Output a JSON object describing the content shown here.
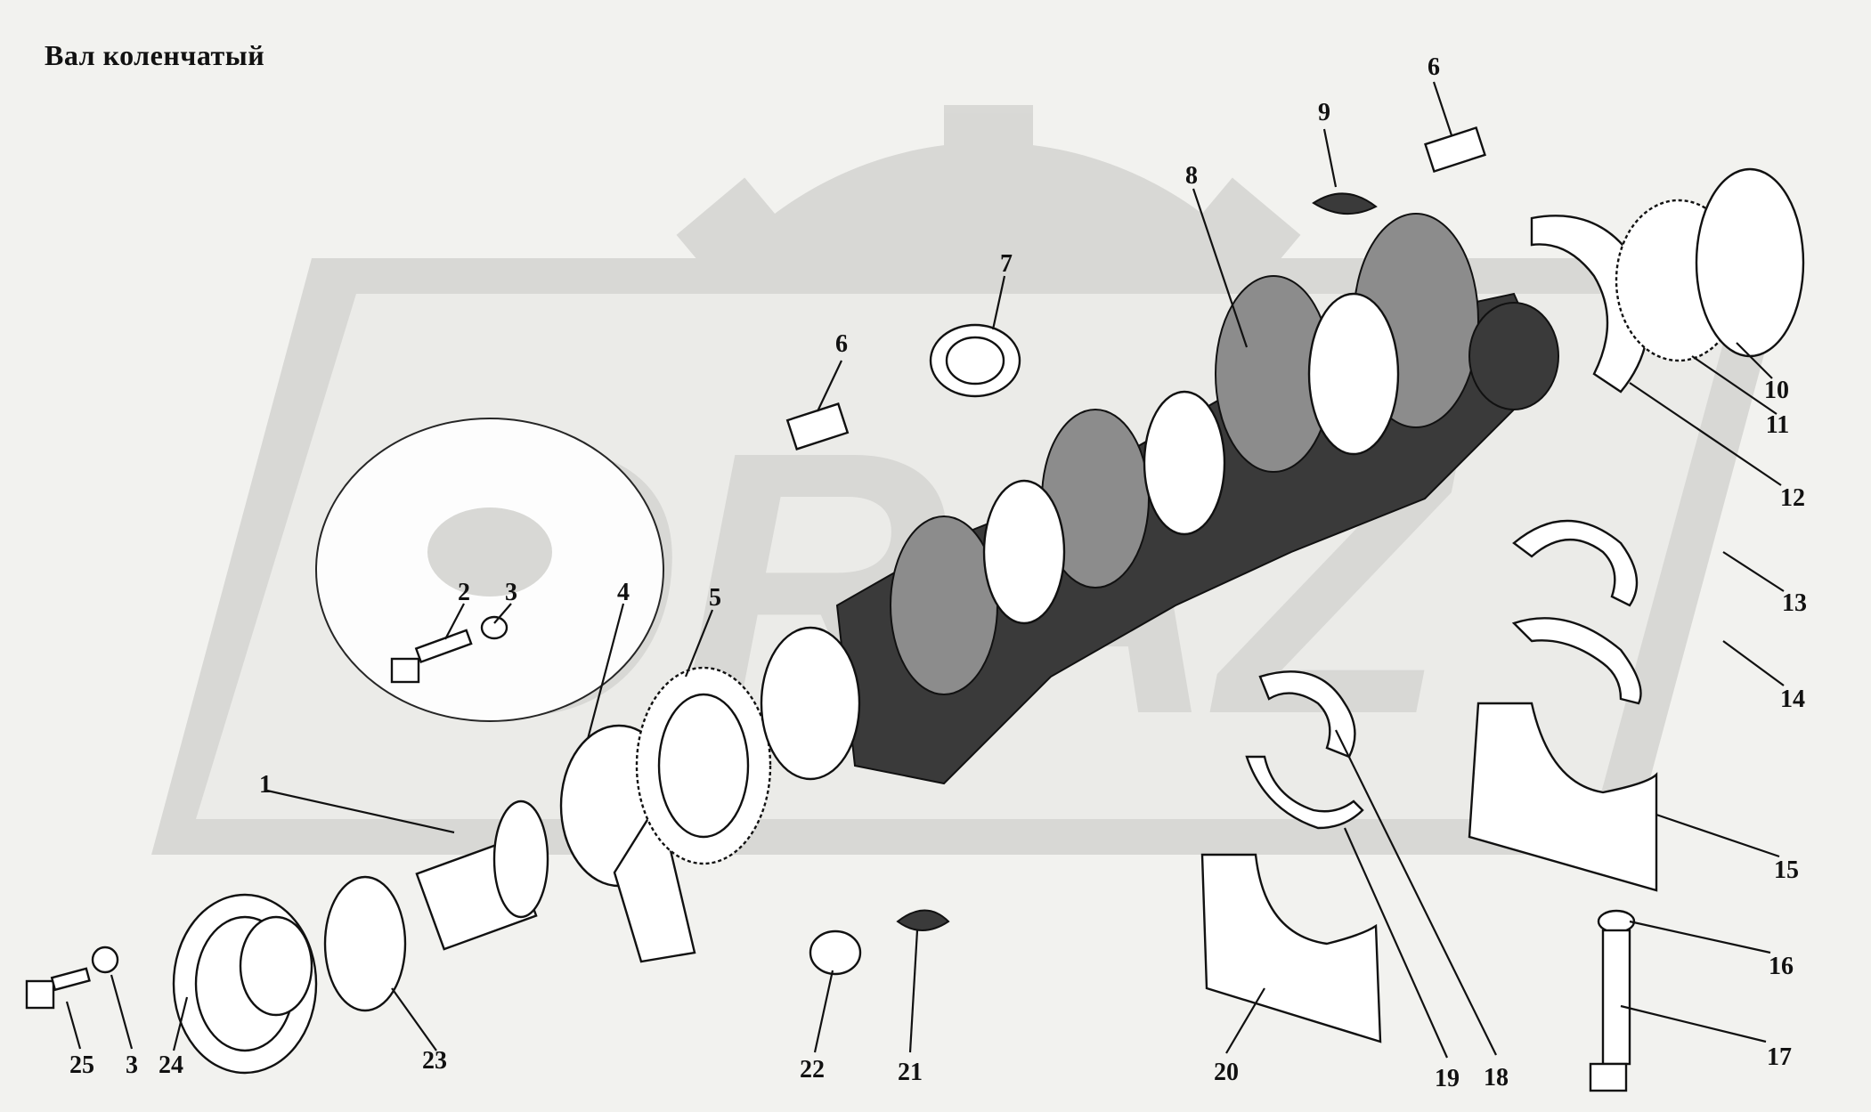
{
  "title": "Вал коленчатый",
  "watermark": {
    "text": "ORAZ",
    "color": "#d6d6d3"
  },
  "colors": {
    "background": "#f2f2ef",
    "ink": "#111111",
    "shading": "#3a3a3a"
  },
  "callouts": [
    {
      "id": "c1",
      "text": "1"
    },
    {
      "id": "c2",
      "text": "2"
    },
    {
      "id": "c3a",
      "text": "3"
    },
    {
      "id": "c3b",
      "text": "3"
    },
    {
      "id": "c4",
      "text": "4"
    },
    {
      "id": "c5",
      "text": "5"
    },
    {
      "id": "c6a",
      "text": "6"
    },
    {
      "id": "c6b",
      "text": "6"
    },
    {
      "id": "c7",
      "text": "7"
    },
    {
      "id": "c8",
      "text": "8"
    },
    {
      "id": "c9",
      "text": "9"
    },
    {
      "id": "c10",
      "text": "10"
    },
    {
      "id": "c11",
      "text": "11"
    },
    {
      "id": "c12",
      "text": "12"
    },
    {
      "id": "c13",
      "text": "13"
    },
    {
      "id": "c14",
      "text": "14"
    },
    {
      "id": "c15",
      "text": "15"
    },
    {
      "id": "c16",
      "text": "16"
    },
    {
      "id": "c17",
      "text": "17"
    },
    {
      "id": "c18",
      "text": "18"
    },
    {
      "id": "c19",
      "text": "19"
    },
    {
      "id": "c20",
      "text": "20"
    },
    {
      "id": "c21",
      "text": "21"
    },
    {
      "id": "c22",
      "text": "22"
    },
    {
      "id": "c23",
      "text": "23"
    },
    {
      "id": "c24",
      "text": "24"
    },
    {
      "id": "c25",
      "text": "25"
    }
  ]
}
